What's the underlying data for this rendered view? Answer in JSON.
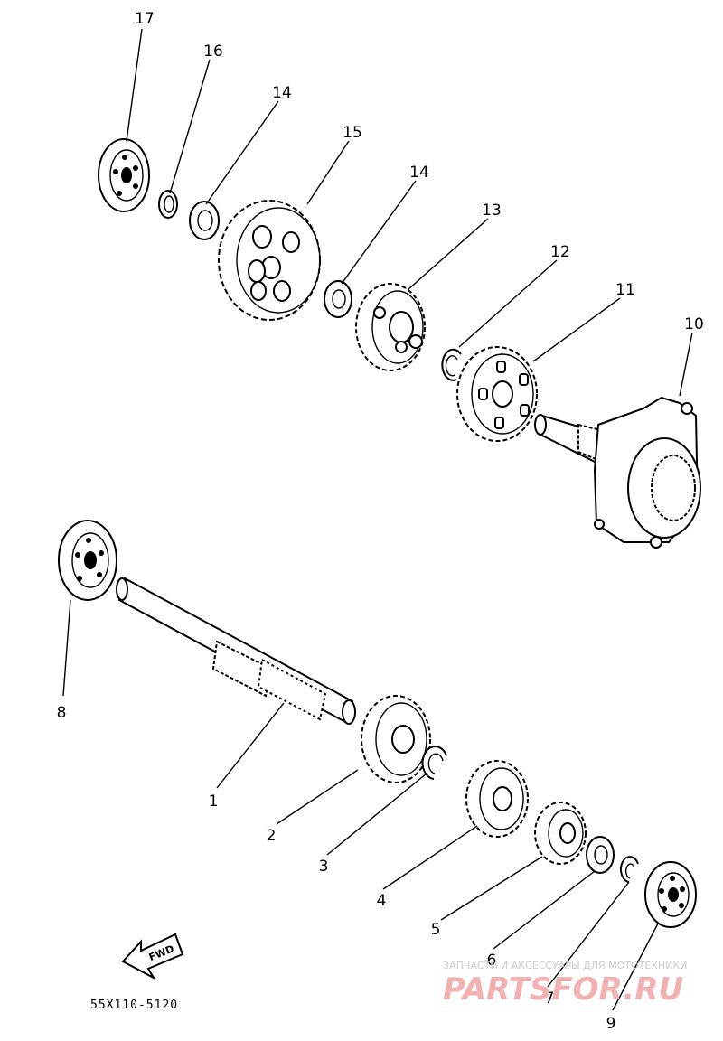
{
  "callouts": {
    "c1": "1",
    "c2": "2",
    "c3": "3",
    "c4": "4",
    "c5": "5",
    "c6": "6",
    "c7": "7",
    "c8": "8",
    "c9": "9",
    "c10": "10",
    "c11": "11",
    "c12": "12",
    "c13": "13",
    "c14a": "14",
    "c14b": "14",
    "c15": "15",
    "c16": "16",
    "c17": "17"
  },
  "fwd_label": "FWD",
  "drawing_code": "55X110-5120",
  "watermark": {
    "tagline": "ЗАПЧАСТИ И АКСЕССУАРЫ ДЛЯ МОТОТЕХНИКИ",
    "brand": "PARTSFOR.RU"
  }
}
